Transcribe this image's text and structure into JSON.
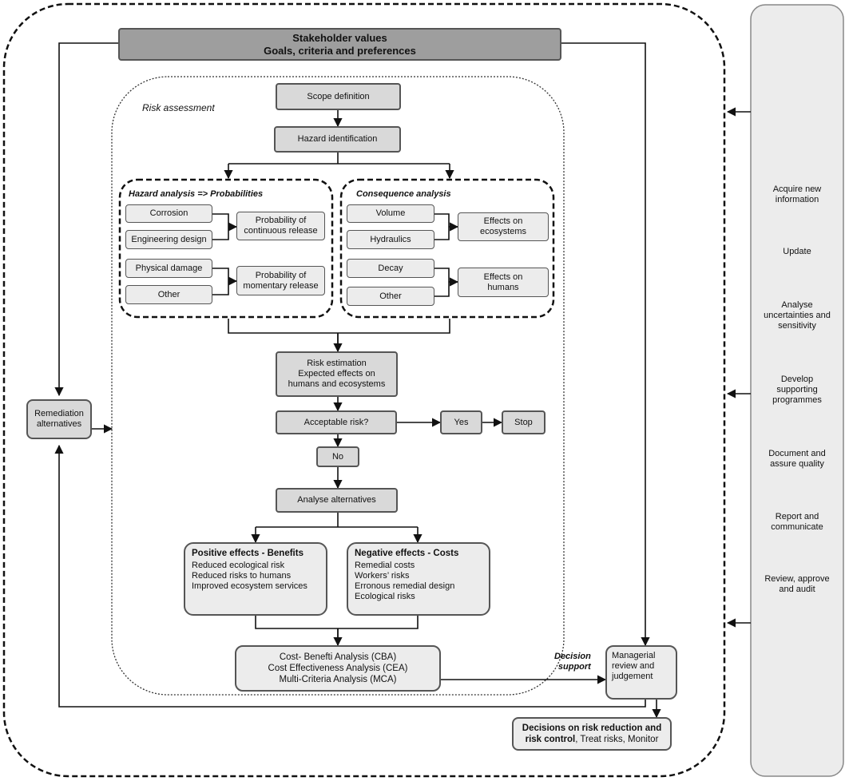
{
  "stakeholder": {
    "line1": "Stakeholder values",
    "line2": "Goals, criteria and preferences"
  },
  "risk_assessment_label": "Risk assessment",
  "scope": "Scope definition",
  "hazard_id": "Hazard identification",
  "hazard_analysis": {
    "title": "Hazard analysis => Probabilities",
    "sources": [
      "Corrosion",
      "Engineering design",
      "Physical damage",
      "Other"
    ],
    "outputs": [
      "Probability of\ncontinuous release",
      "Probability of\nmomentary release"
    ]
  },
  "consequence_analysis": {
    "title": "Consequence analysis",
    "sources": [
      "Volume",
      "Hydraulics",
      "Decay",
      "Other"
    ],
    "outputs": [
      "Effects on\necosystems",
      "Effects on\nhumans"
    ]
  },
  "risk_estimation": "Risk estimation\nExpected effects on\nhumans and ecosystems",
  "acceptable": "Acceptable risk?",
  "yes": "Yes",
  "stop": "Stop",
  "no": "No",
  "analyse": "Analyse alternatives",
  "positive": {
    "title": "Positive effects  - Benefits",
    "items": [
      "Reduced ecological risk",
      "Reduced risks to humans",
      "Improved ecosystem services"
    ]
  },
  "negative": {
    "title": "Negative effects  - Costs",
    "items": [
      "Remedial costs",
      "Workers’ risks",
      "Erronous remedial design",
      "Ecological risks"
    ]
  },
  "cba": "Cost- Benefti Analysis (CBA)\nCost Effectiveness Analysis (CEA)\nMulti-Criteria Analysis (MCA)",
  "remediation": "Remediation\nalternatives",
  "decision_support": "Decision\nsupport",
  "managerial": "Managerial\nreview and\njudgement",
  "decisions": {
    "bold": "Decisions on risk reduction and risk control",
    "rest": ", Treat risks, Monitor"
  },
  "sidebar": [
    "Acquire new\ninformation",
    "Update",
    "Analyse\nuncertainties and\nsensitivity",
    "Develop\nsupporting\nprogrammes",
    "Document and\nassure quality",
    "Report and\ncommunicate",
    "Review, approve\nand audit"
  ]
}
